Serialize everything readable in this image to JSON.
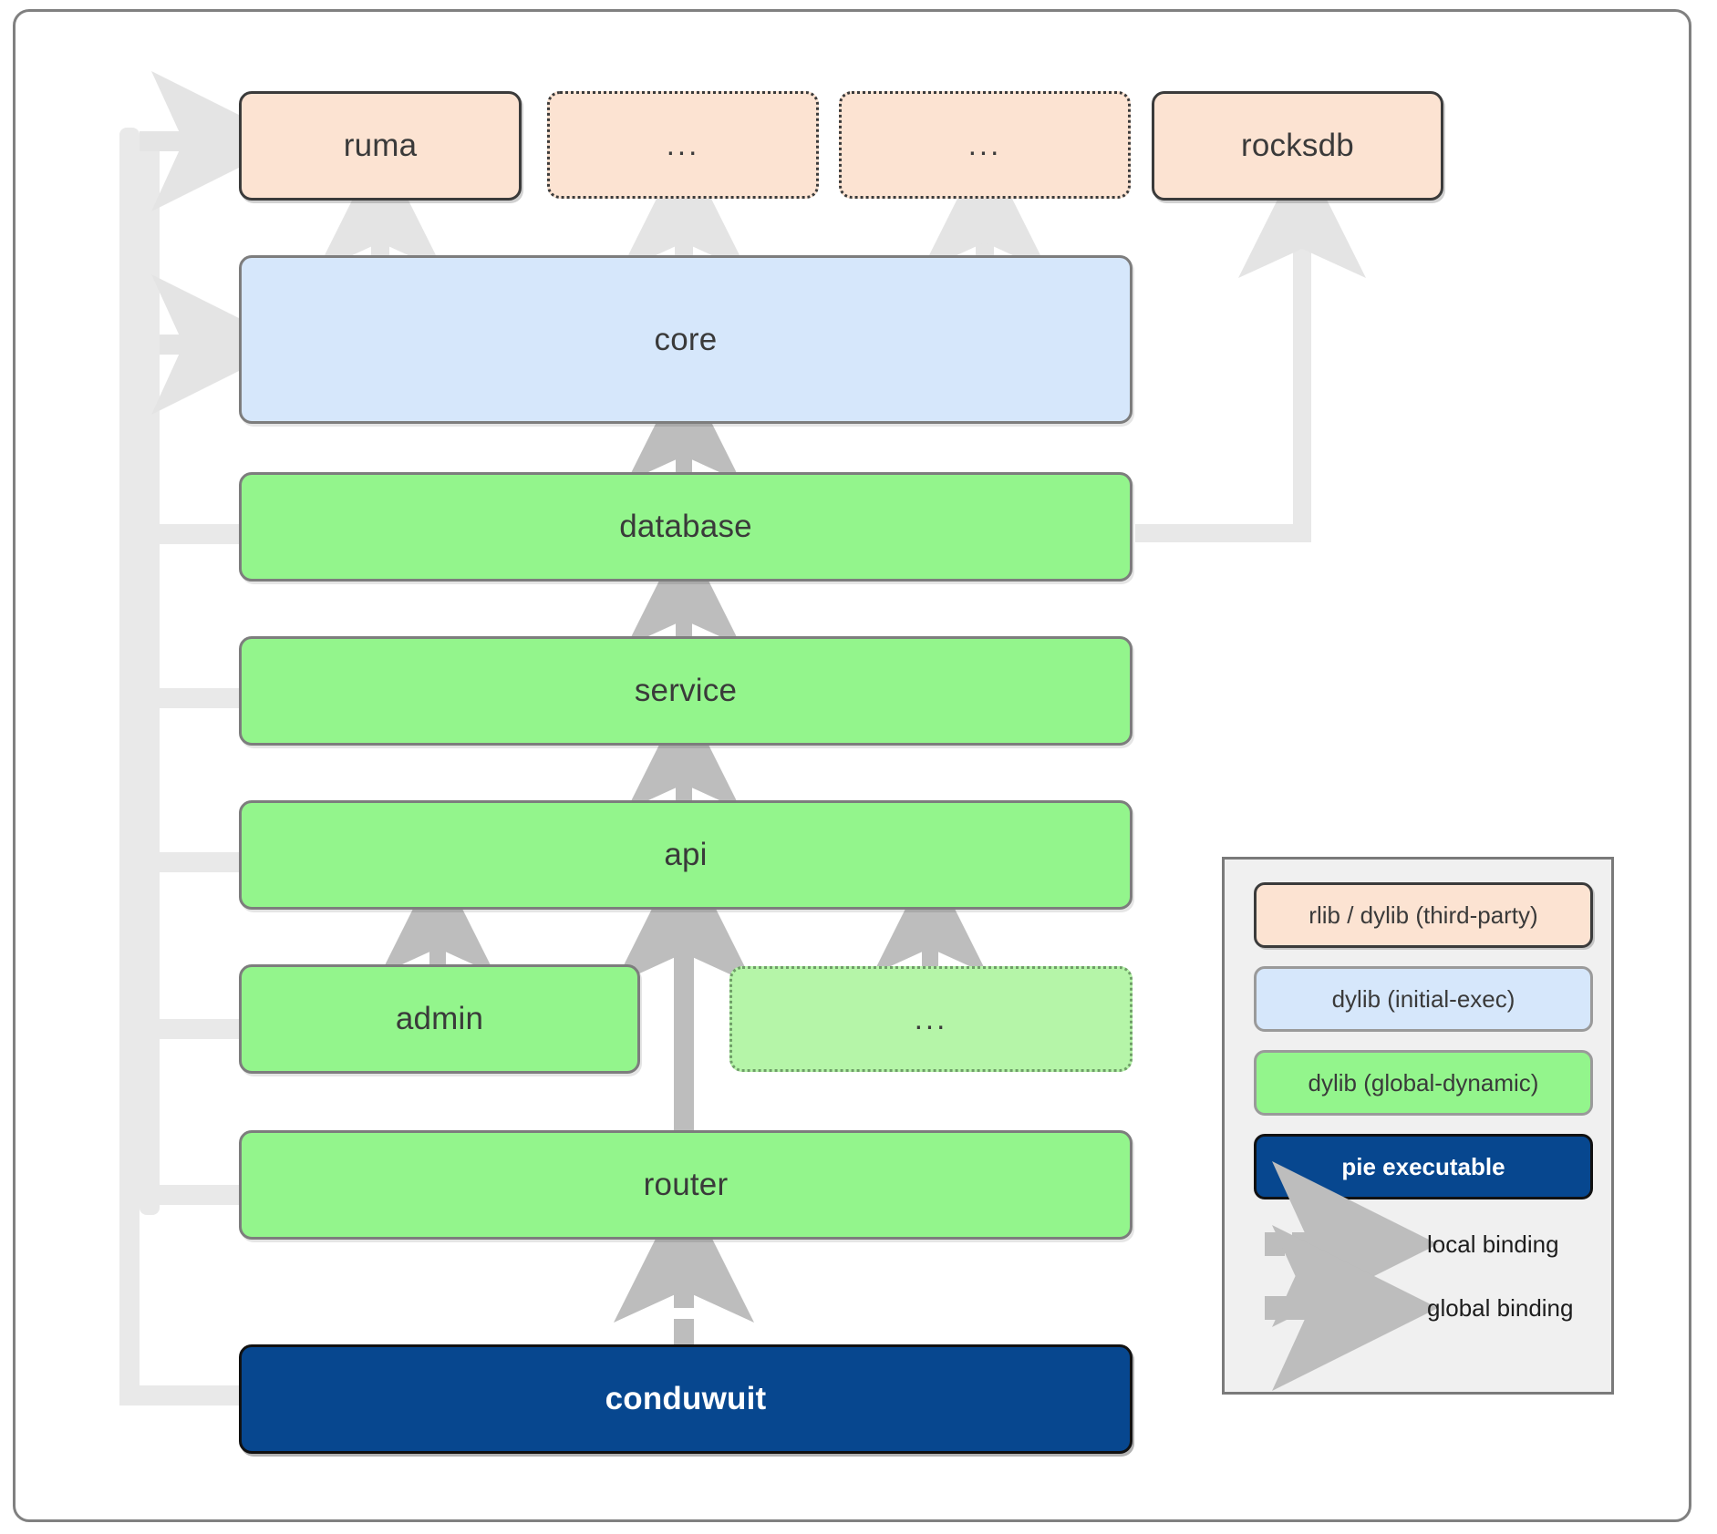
{
  "diagram": {
    "title": "conduwuit crate dependency / linkage diagram",
    "nodes": {
      "ruma": "ruma",
      "third_party_a": "...",
      "third_party_b": "...",
      "rocksdb": "rocksdb",
      "core": "core",
      "database": "database",
      "service": "service",
      "api": "api",
      "admin": "admin",
      "api_other": "...",
      "router": "router",
      "conduwuit": "conduwuit"
    },
    "colors": {
      "third_party_fill": "#FCE3D2",
      "initial_exec_fill": "#D6E7FB",
      "global_dynamic_fill": "#93F58C",
      "global_dynamic_dotted_fill": "#B5F5A8",
      "pie_executable_fill": "#07478F",
      "bus_line": "#E9E9E9",
      "arrow": "#BDBDBD",
      "frame_border": "#808080",
      "legend_bg": "#F0F0F0"
    }
  },
  "legend": {
    "swatches": [
      {
        "label": "rlib / dylib (third-party)",
        "kind": "orange"
      },
      {
        "label": "dylib (initial-exec)",
        "kind": "blue"
      },
      {
        "label": "dylib (global-dynamic)",
        "kind": "green"
      },
      {
        "label": "pie executable",
        "kind": "navy"
      }
    ],
    "bindings": [
      {
        "label": "local binding",
        "style": "dashed-arrow"
      },
      {
        "label": "global binding",
        "style": "solid-arrow"
      }
    ]
  }
}
